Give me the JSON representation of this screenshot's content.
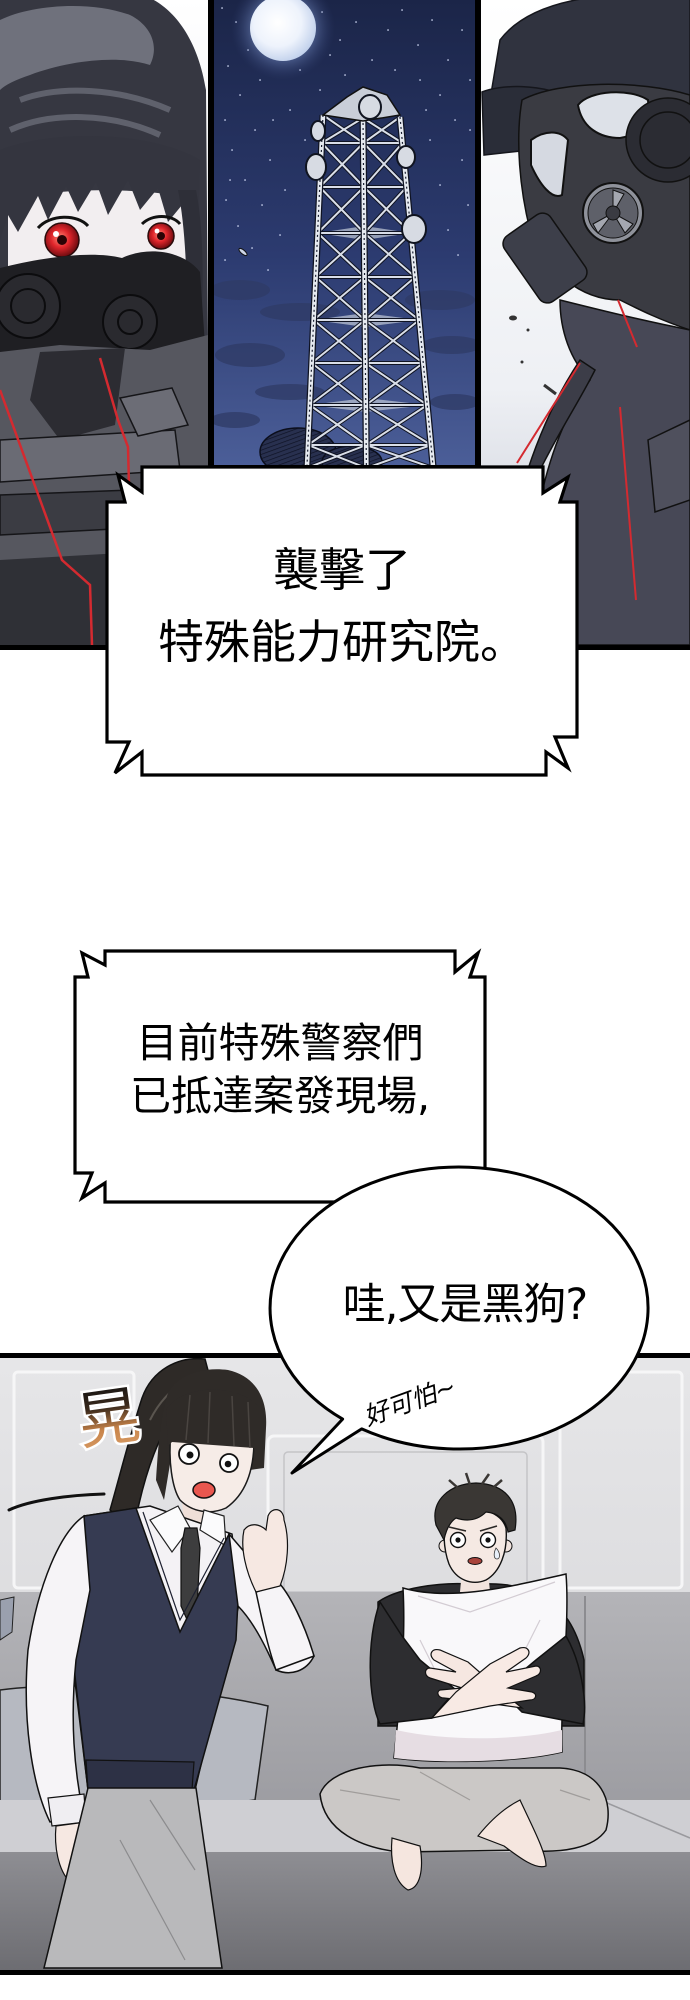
{
  "captions": {
    "narration_1": {
      "line_1": "襲擊了",
      "line_2": "特殊能力研究院。"
    },
    "narration_2": {
      "line_1": "目前特殊警察們",
      "line_2": "已抵達案發現場,"
    }
  },
  "dialogue": {
    "speech": "哇,又是黑狗?",
    "aside": "好可怕~"
  },
  "sfx": {
    "shake": "晃"
  },
  "colors": {
    "night_sky_top": "#1b2548",
    "night_sky_bottom": "#4b5e98",
    "moon": "#eef3fc",
    "eye_red": "#e0252b",
    "piping_red": "#d42a30",
    "vest_navy": "#363b52",
    "mouth_red": "#e9574f",
    "sfx_orange": "#c8844a",
    "balloon_fill": "#ffffff"
  }
}
